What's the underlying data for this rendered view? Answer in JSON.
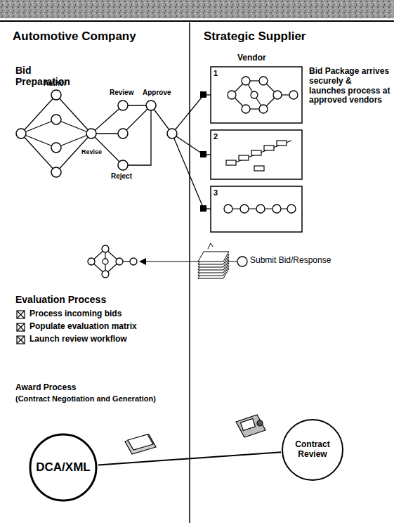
{
  "diagram": {
    "nodes": [
      {
        "text": [
          "DCA/XML"
        ]
      },
      {
        "text": [
          "Contract Review"
        ]
      }
    ],
    "edges": [
      {
        "from": 0,
        "to": 1,
        "arrow": "none"
      }
    ],
    "labels": [
      "Automotive Company",
      "Strategic Supplier",
      "Bid Preparation",
      "Author",
      "Revise",
      "Review",
      "Approve",
      "Reject",
      "Vendor",
      "1",
      "2",
      "3",
      "Bid Package arrives securely & launches process at approved vendors",
      "Submit Bid/Response",
      "Evaluation Process",
      "Process incoming bids",
      "Populate evaluation matrix",
      "Launch review workflow",
      "Award Process",
      "(Contract Negotiation and Generation)"
    ]
  }
}
